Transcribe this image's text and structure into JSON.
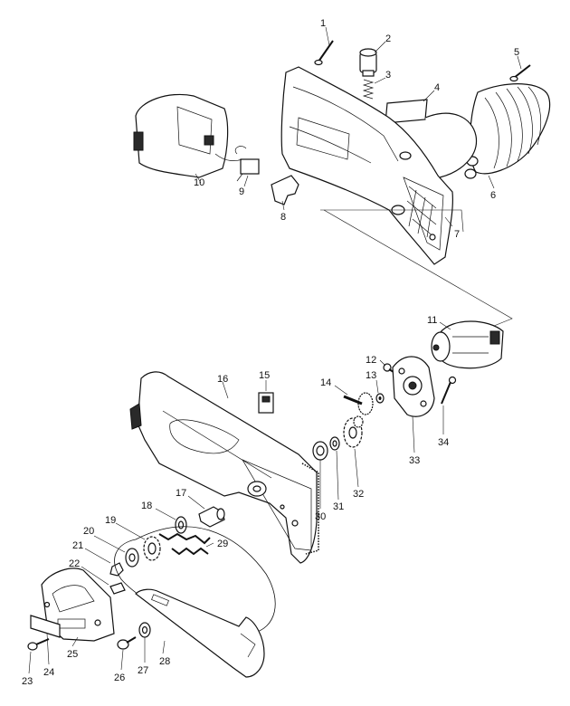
{
  "diagram": {
    "parts": [
      {
        "id": "1",
        "label": "1",
        "part": "screw"
      },
      {
        "id": "2",
        "label": "2",
        "part": "button"
      },
      {
        "id": "3",
        "label": "3",
        "part": "spring"
      },
      {
        "id": "4",
        "label": "4",
        "part": "label-plate"
      },
      {
        "id": "5",
        "label": "5",
        "part": "screw"
      },
      {
        "id": "6",
        "label": "6",
        "part": "rear-grip-cover"
      },
      {
        "id": "7",
        "label": "7",
        "part": "housing"
      },
      {
        "id": "8",
        "label": "8",
        "part": "lock-lever"
      },
      {
        "id": "9",
        "label": "9",
        "part": "switch"
      },
      {
        "id": "10",
        "label": "10",
        "part": "battery"
      },
      {
        "id": "11",
        "label": "11",
        "part": "motor"
      },
      {
        "id": "12",
        "label": "12",
        "part": "screw"
      },
      {
        "id": "13",
        "label": "13",
        "part": "washer"
      },
      {
        "id": "14",
        "label": "14",
        "part": "gear"
      },
      {
        "id": "15",
        "label": "15",
        "part": "switch"
      },
      {
        "id": "16",
        "label": "16",
        "part": "handle-housing"
      },
      {
        "id": "17",
        "label": "17",
        "part": "shaft"
      },
      {
        "id": "18",
        "label": "18",
        "part": "washer"
      },
      {
        "id": "19",
        "label": "19",
        "part": "sprocket"
      },
      {
        "id": "20",
        "label": "20",
        "part": "washer"
      },
      {
        "id": "21",
        "label": "21",
        "part": "nut"
      },
      {
        "id": "22",
        "label": "22",
        "part": "clip"
      },
      {
        "id": "23",
        "label": "23",
        "part": "screw"
      },
      {
        "id": "24",
        "label": "24",
        "part": "label"
      },
      {
        "id": "25",
        "label": "25",
        "part": "sprocket-cover"
      },
      {
        "id": "26",
        "label": "26",
        "part": "screw"
      },
      {
        "id": "27",
        "label": "27",
        "part": "washer"
      },
      {
        "id": "28",
        "label": "28",
        "part": "guide-bar"
      },
      {
        "id": "29",
        "label": "29",
        "part": "saw-chain"
      },
      {
        "id": "30",
        "label": "30",
        "part": "bearing"
      },
      {
        "id": "31",
        "label": "31",
        "part": "washer"
      },
      {
        "id": "32",
        "label": "32",
        "part": "gear"
      },
      {
        "id": "33",
        "label": "33",
        "part": "gear-housing"
      },
      {
        "id": "34",
        "label": "34",
        "part": "screw"
      }
    ]
  }
}
